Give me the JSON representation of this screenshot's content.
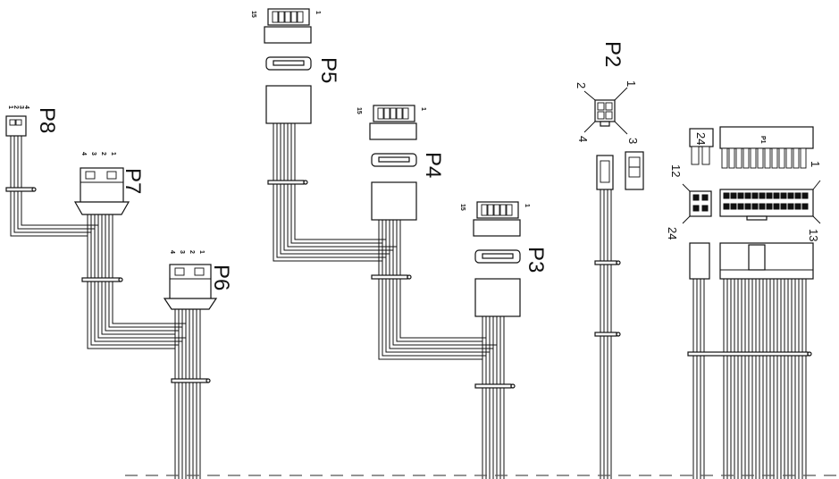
{
  "connectors": {
    "p1": {
      "name": "P1",
      "pin_labels": [
        "1",
        "12",
        "13",
        "24"
      ],
      "latch_label": "24"
    },
    "p2": {
      "name": "P2",
      "pin_labels": [
        "1",
        "2",
        "3",
        "4"
      ]
    },
    "p3": {
      "name": "P3",
      "pin_labels": [
        "1",
        "15"
      ]
    },
    "p4": {
      "name": "P4",
      "pin_labels": [
        "1",
        "15"
      ]
    },
    "p5": {
      "name": "P5",
      "pin_labels": [
        "1",
        "15"
      ]
    },
    "p6": {
      "name": "P6",
      "pin_labels": [
        "1",
        "2",
        "3",
        "4"
      ]
    },
    "p7": {
      "name": "P7",
      "pin_labels": [
        "1",
        "2",
        "3",
        "4"
      ]
    },
    "p8": {
      "name": "P8",
      "pin_labels": [
        "1",
        "2",
        "3",
        "4"
      ]
    }
  },
  "colors": {
    "line": "#111111",
    "dash": "#555555",
    "background": "#ffffff"
  }
}
